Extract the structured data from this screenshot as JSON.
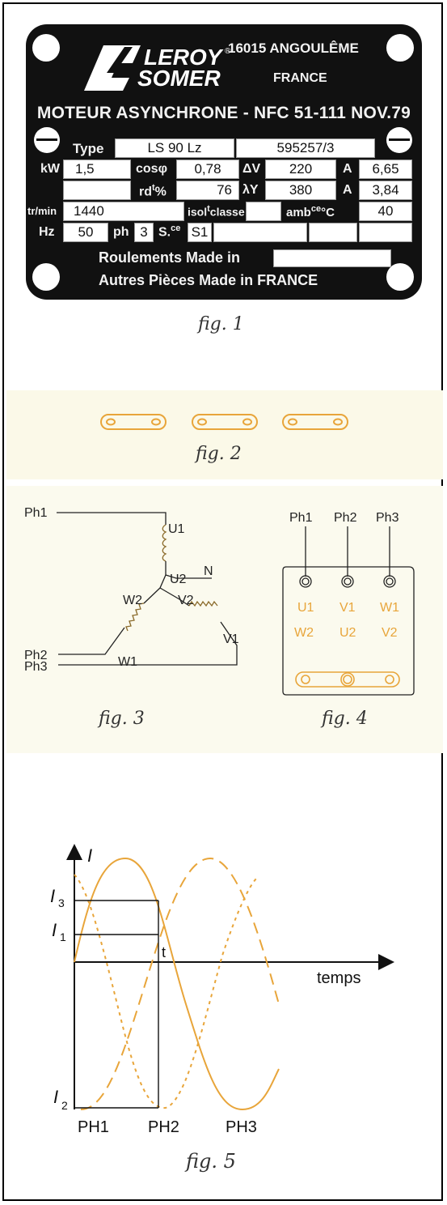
{
  "plate": {
    "brand_line1": "LEROY",
    "brand_line2": "SOMER",
    "registered": "®",
    "city": "16015 ANGOULÊME",
    "country": "FRANCE",
    "title": "MOTEUR ASYNCHRONE - NFC 51-111 NOV.79",
    "type_label": "Type",
    "type_value": "LS 90 Lz",
    "serial_value": "595257/3",
    "kw_label": "kW",
    "kw_value": "1,5",
    "cos_label": "cosφ",
    "cos_value": "0,78",
    "dv_label": "ΔV",
    "dv_value": "220",
    "a_label": "A",
    "a1_value": "6,65",
    "rd_label": "rd",
    "rd_sup": "t",
    "rd_suffix": "%",
    "rd_value": "76",
    "ly_label": "λY",
    "ly_value": "380",
    "a2_value": "3,84",
    "rpm_label": "tr/min",
    "rpm_value": "1440",
    "isol_label": "isol",
    "isol_sup": "t",
    "isol_suffix": "classe",
    "amb_label": "amb",
    "amb_sup": "ce",
    "amb_suffix": "°C",
    "amb_value": "40",
    "hz_label": "Hz",
    "hz_value": "50",
    "ph_label": "ph",
    "ph_value": "3",
    "service_label": "S.",
    "service_sup": "ce",
    "service_value": "S1",
    "bearings": "Roulements Made in",
    "parts": "Autres Pièces Made in FRANCE"
  },
  "captions": {
    "fig1": "fig. 1",
    "fig2": "fig. 2",
    "fig3": "fig. 3",
    "fig4": "fig. 4",
    "fig5": "fig. 5"
  },
  "fig3": {
    "ph1": "Ph1",
    "ph2": "Ph2",
    "ph3": "Ph3",
    "u1": "U1",
    "u2": "U2",
    "n": "N",
    "w2": "W2",
    "v2": "V2",
    "v1": "V1",
    "w1": "W1"
  },
  "fig4": {
    "ph1": "Ph1",
    "ph2": "Ph2",
    "ph3": "Ph3",
    "top": [
      "U1",
      "V1",
      "W1"
    ],
    "bottom": [
      "W2",
      "U2",
      "V2"
    ]
  },
  "fig5": {
    "y_label": "I",
    "i3": "I",
    "i3_sub": "3",
    "i1": "I",
    "i1_sub": "1",
    "i2": "I",
    "i2_sub": "2",
    "t": "t",
    "x_label": "temps",
    "ph1": "PH1",
    "ph2": "PH2",
    "ph3": "PH3"
  },
  "colors": {
    "accent": "#e8a53a",
    "plate": "#111111",
    "ink": "#222222"
  }
}
